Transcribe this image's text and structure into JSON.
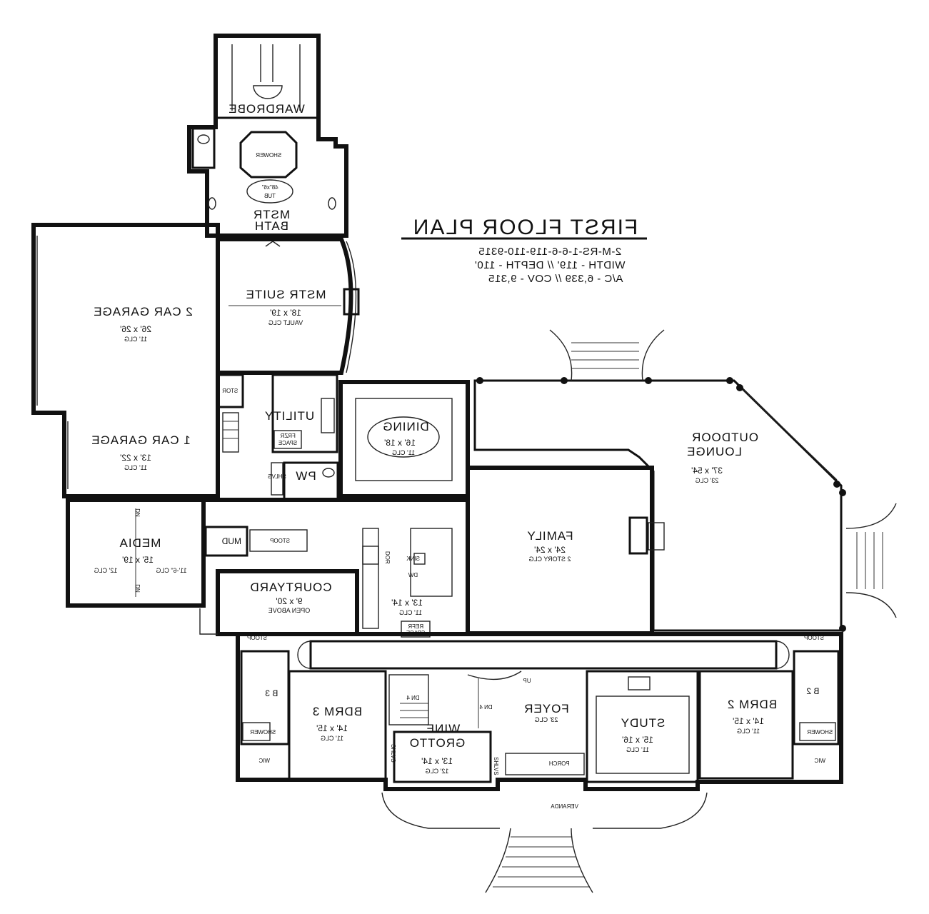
{
  "title": {
    "main": "FIRST FLOOR PLAN",
    "plan_number": "2-M-RS-1-6-6-119-110-9315",
    "width_depth": "WIDTH - 119' // DEPTH - 110'",
    "area": "A/C - 6,339 // COV - 9,315"
  },
  "rooms": {
    "wardrobe": {
      "name": "WARDROBE"
    },
    "shower_master": {
      "name": "SHOWER"
    },
    "tub": {
      "name": "48\"x6\"",
      "note": "TUB"
    },
    "master_bath": {
      "name": "MSTR",
      "name2": "BATH"
    },
    "master_suite": {
      "name": "MSTR SUITE",
      "dims": "18' x 19'",
      "ceiling": "VAULT CLG"
    },
    "garage_2car": {
      "name": "2 CAR GARAGE",
      "dims": "26' x 26'",
      "ceiling": "11' CLG"
    },
    "garage_1car": {
      "name": "1 CAR GARAGE",
      "dims": "13' x 22'",
      "ceiling": "11' CLG"
    },
    "stor": {
      "name": "STOR"
    },
    "utility": {
      "name": "UTILITY",
      "fridge": "FRZR",
      "space": "SPACE"
    },
    "dining": {
      "name": "DINING",
      "dims": "16' x 18'",
      "ceiling": "11' CLG"
    },
    "outdoor_lounge": {
      "name": "OUTDOOR",
      "name2": "LOUNGE",
      "dims": "37' x 54'",
      "ceiling": "23' CLG"
    },
    "shlvs": {
      "name": "SHLVS"
    },
    "powder": {
      "name": "PW"
    },
    "media": {
      "name": "MEDIA",
      "dims": "15' x 19'",
      "ceiling_left": "12' CLG",
      "ceiling_right": "11'-6\" CLG",
      "dn_top": "DN",
      "dn_bottom": "DN"
    },
    "mud": {
      "name": "MUD"
    },
    "stoop_mud": {
      "name": "STOOP"
    },
    "courtyard": {
      "name": "COURTYARD",
      "dims": "9' x 20'",
      "note": "OPEN ABOVE"
    },
    "kitchen": {
      "dims": "13' x 14'",
      "ceiling": "11' CLG",
      "sink": "SINK",
      "dw": "DW",
      "dor": "DOR",
      "refr": "REFR",
      "space": "SPACE"
    },
    "family": {
      "name": "FAMILY",
      "dims": "24' x 24'",
      "ceiling": "2 STORY CLG"
    },
    "stoop_left": {
      "name": "STOOP"
    },
    "stoop_right": {
      "name": "STOOP"
    },
    "bath3": {
      "name": "B 3",
      "shower": "SHOWER",
      "wic": "WIC"
    },
    "bdrm3": {
      "name": "BDRM 3",
      "dims": "14' x 15'",
      "ceiling": "11' CLG"
    },
    "wine_grotto": {
      "name": "WINE",
      "name2": "GROTTO",
      "dims": "13' x 14'",
      "ceiling": "12' CLG",
      "shlvs_left": "SHLVS",
      "shlvs_right": "SHLVS"
    },
    "foyer": {
      "name": "FOYER",
      "ceiling": "23' CLG",
      "up": "UP",
      "dn1": "DN 4",
      "dn2": "DN 4"
    },
    "study": {
      "name": "STUDY",
      "dims": "15' x 16'",
      "ceiling": "11' CLG"
    },
    "bdrm2": {
      "name": "BDRM 2",
      "dims": "14' x 15'",
      "ceiling": "11' CLG"
    },
    "bath2": {
      "name": "B 2",
      "shower": "SHOWER",
      "wic": "WIC"
    },
    "porch": {
      "name": "PORCH"
    },
    "veranda": {
      "name": "VERANDA"
    }
  }
}
